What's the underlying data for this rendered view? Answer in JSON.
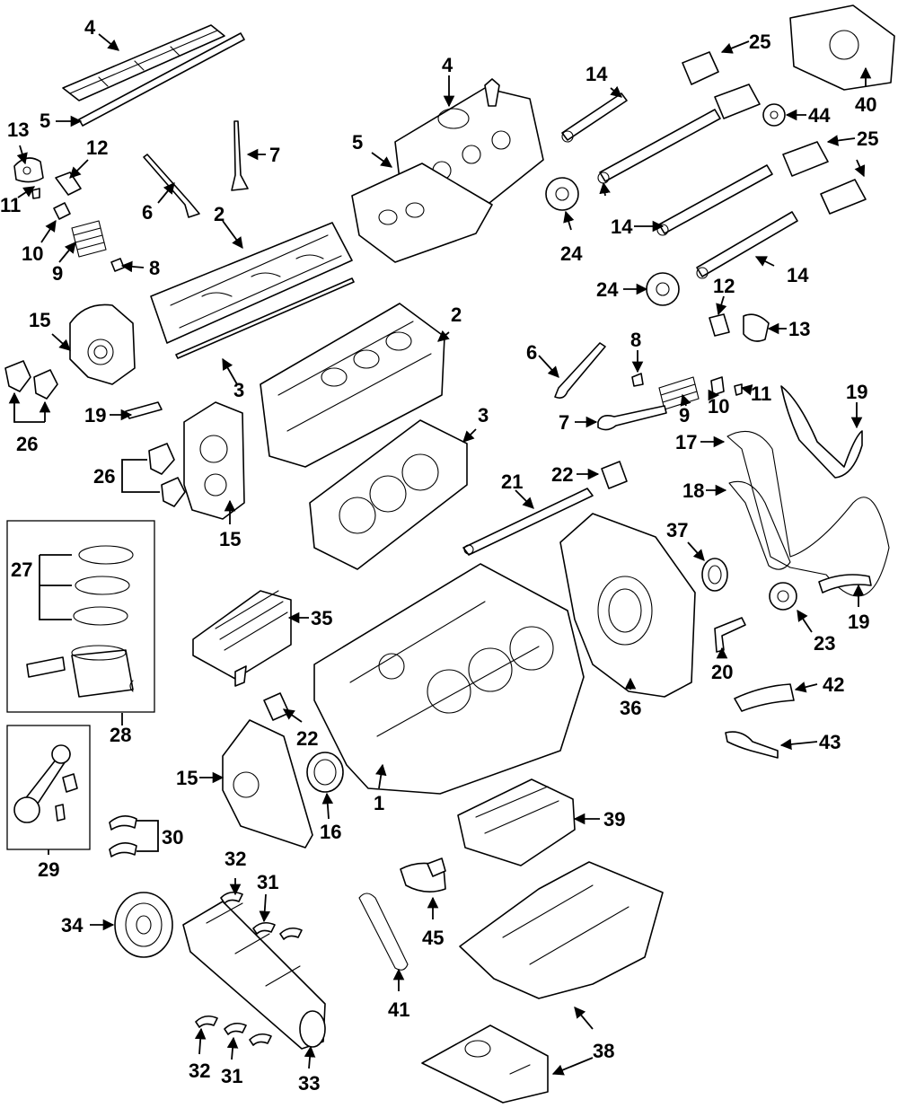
{
  "diagram": {
    "callouts": [
      {
        "id": "c4a",
        "label": "4"
      },
      {
        "id": "c5a",
        "label": "5"
      },
      {
        "id": "c13a",
        "label": "13"
      },
      {
        "id": "c12a",
        "label": "12"
      },
      {
        "id": "c11a",
        "label": "11"
      },
      {
        "id": "c10a",
        "label": "10"
      },
      {
        "id": "c9a",
        "label": "9"
      },
      {
        "id": "c8a",
        "label": "8"
      },
      {
        "id": "c6a",
        "label": "6"
      },
      {
        "id": "c7a",
        "label": "7"
      },
      {
        "id": "c2a",
        "label": "2"
      },
      {
        "id": "c15a",
        "label": "15"
      },
      {
        "id": "c3a",
        "label": "3"
      },
      {
        "id": "c19a",
        "label": "19"
      },
      {
        "id": "c26a",
        "label": "26"
      },
      {
        "id": "c26b",
        "label": "26"
      },
      {
        "id": "c15b",
        "label": "15"
      },
      {
        "id": "c4b",
        "label": "4"
      },
      {
        "id": "c5b",
        "label": "5"
      },
      {
        "id": "c2b",
        "label": "2"
      },
      {
        "id": "c3b",
        "label": "3"
      },
      {
        "id": "c14a",
        "label": "14"
      },
      {
        "id": "c25a",
        "label": "25"
      },
      {
        "id": "c40",
        "label": "40"
      },
      {
        "id": "c44",
        "label": "44"
      },
      {
        "id": "c25b",
        "label": "25"
      },
      {
        "id": "c14b",
        "label": "14"
      },
      {
        "id": "c24a",
        "label": "24"
      },
      {
        "id": "c14c",
        "label": "14"
      },
      {
        "id": "c24b",
        "label": "24"
      },
      {
        "id": "c12b",
        "label": "12"
      },
      {
        "id": "c13b",
        "label": "13"
      },
      {
        "id": "c6b",
        "label": "6"
      },
      {
        "id": "c8b",
        "label": "8"
      },
      {
        "id": "c9b",
        "label": "9"
      },
      {
        "id": "c10b",
        "label": "10"
      },
      {
        "id": "c11b",
        "label": "11"
      },
      {
        "id": "c7b",
        "label": "7"
      },
      {
        "id": "c19b",
        "label": "19"
      },
      {
        "id": "c17",
        "label": "17"
      },
      {
        "id": "c22a",
        "label": "22"
      },
      {
        "id": "c21",
        "label": "21"
      },
      {
        "id": "c18",
        "label": "18"
      },
      {
        "id": "c37",
        "label": "37"
      },
      {
        "id": "c19c",
        "label": "19"
      },
      {
        "id": "c23",
        "label": "23"
      },
      {
        "id": "c20",
        "label": "20"
      },
      {
        "id": "c42",
        "label": "42"
      },
      {
        "id": "c43",
        "label": "43"
      },
      {
        "id": "c27",
        "label": "27"
      },
      {
        "id": "c35",
        "label": "35"
      },
      {
        "id": "c28",
        "label": "28"
      },
      {
        "id": "c22b",
        "label": "22"
      },
      {
        "id": "c36",
        "label": "36"
      },
      {
        "id": "c1",
        "label": "1"
      },
      {
        "id": "c15c",
        "label": "15"
      },
      {
        "id": "c16",
        "label": "16"
      },
      {
        "id": "c39",
        "label": "39"
      },
      {
        "id": "c29",
        "label": "29"
      },
      {
        "id": "c30",
        "label": "30"
      },
      {
        "id": "c32a",
        "label": "32"
      },
      {
        "id": "c31a",
        "label": "31"
      },
      {
        "id": "c34",
        "label": "34"
      },
      {
        "id": "c45",
        "label": "45"
      },
      {
        "id": "c41",
        "label": "41"
      },
      {
        "id": "c32b",
        "label": "32"
      },
      {
        "id": "c31b",
        "label": "31"
      },
      {
        "id": "c33",
        "label": "33"
      },
      {
        "id": "c38",
        "label": "38"
      }
    ]
  }
}
